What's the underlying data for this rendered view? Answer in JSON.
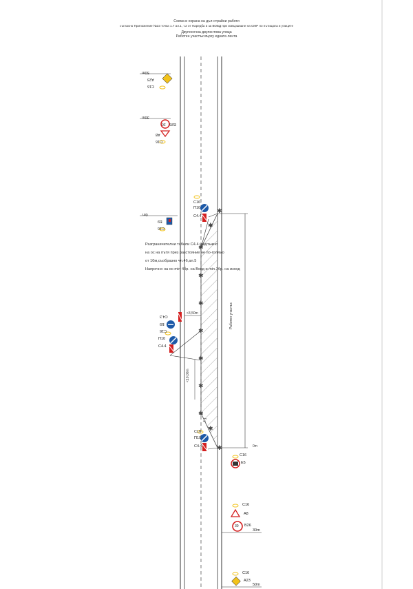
{
  "header": {
    "title": "Схема и охрана на дъл-страйни работи",
    "subtitle": "съгласно Приложение №33 точка 1.7 ал.1, т.2 от Наредба 3 за ВОБД при извършване на СМР по пътищата и улиците",
    "line3": "Двупосочна двулентова улица",
    "line4": "Работен участък върху едната лента"
  },
  "note": {
    "line1": "Разграничителни табели С4.4 надлъжно",
    "line2": "на ос на пътя през разстояние не по-голямо",
    "line3": "от 10м,съобразно чл.46,ал.5",
    "line4": "Напречно на ос-min 4бр. на Вход и min.3бр. на изход"
  },
  "signs": {
    "c16": "С16",
    "a23": "А23",
    "b26": "В26",
    "a8": "А8",
    "b9": "Б9",
    "p10": "П10",
    "c44": "С4.4",
    "c43": "С4.3",
    "e5": "Е5",
    "speed": "30",
    "d50": "50m",
    "d30": "30m",
    "d0": "0m"
  },
  "dims": {
    "work_zone": "Работен участък",
    "w1": "<3,50m",
    "w2": "<10,00m",
    "ratio": "1:1",
    "zero": "0m"
  },
  "colors": {
    "line": "#333333",
    "blue": "#1e5aa8",
    "red": "#d42020",
    "yellow": "#f2c21a",
    "barrier": "#444444"
  }
}
